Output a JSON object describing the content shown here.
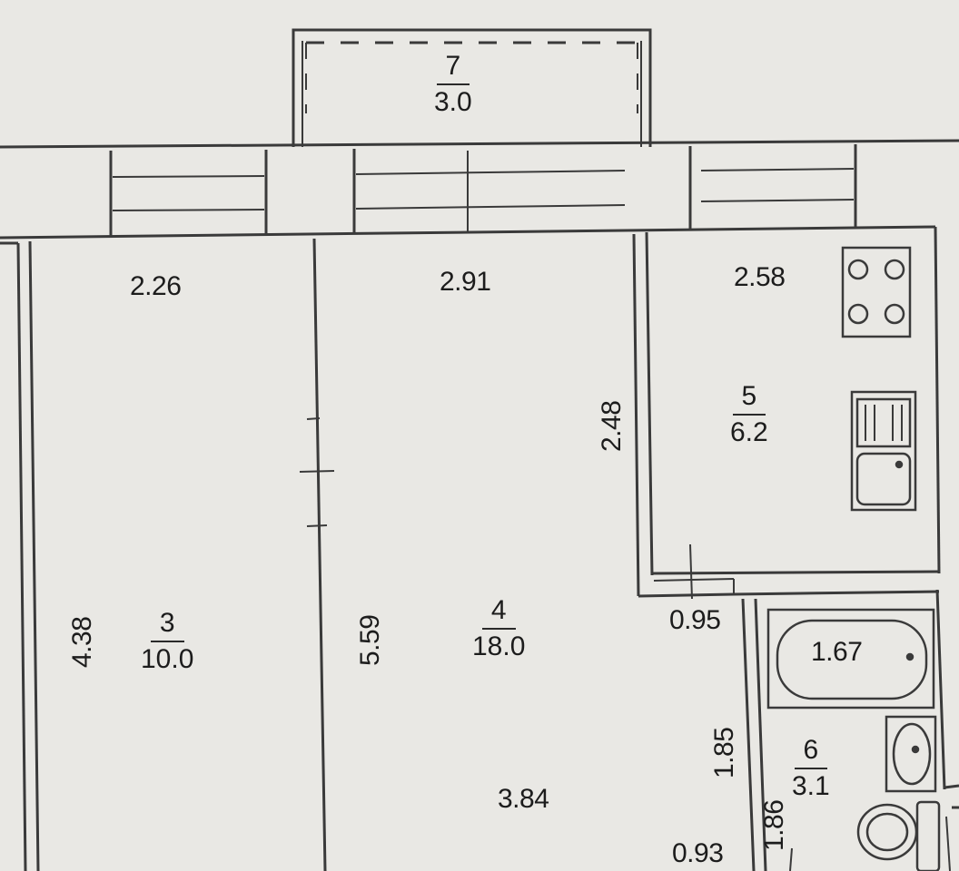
{
  "rooms": {
    "balcony": {
      "number": "7",
      "area": "3.0"
    },
    "room3": {
      "number": "3",
      "area": "10.0"
    },
    "room4": {
      "number": "4",
      "area": "18.0"
    },
    "kitchen": {
      "number": "5",
      "area": "6.2"
    },
    "bathroom": {
      "number": "6",
      "area": "3.1"
    }
  },
  "dimensions": {
    "room3_width": "2.26",
    "room3_length": "4.38",
    "room4_width": "2.91",
    "room4_length": "5.59",
    "room4_lower_width": "3.84",
    "kitchen_width": "2.58",
    "kitchen_length": "2.48",
    "corridor_width_upper": "0.95",
    "corridor_width_lower": "0.93",
    "corridor_length": "1.85",
    "bathroom_length": "1.86",
    "bathtub_length": "1.67"
  },
  "icons": [
    "stove-icon",
    "sink-icon",
    "bathtub-icon",
    "washbasin-icon",
    "toilet-icon"
  ]
}
